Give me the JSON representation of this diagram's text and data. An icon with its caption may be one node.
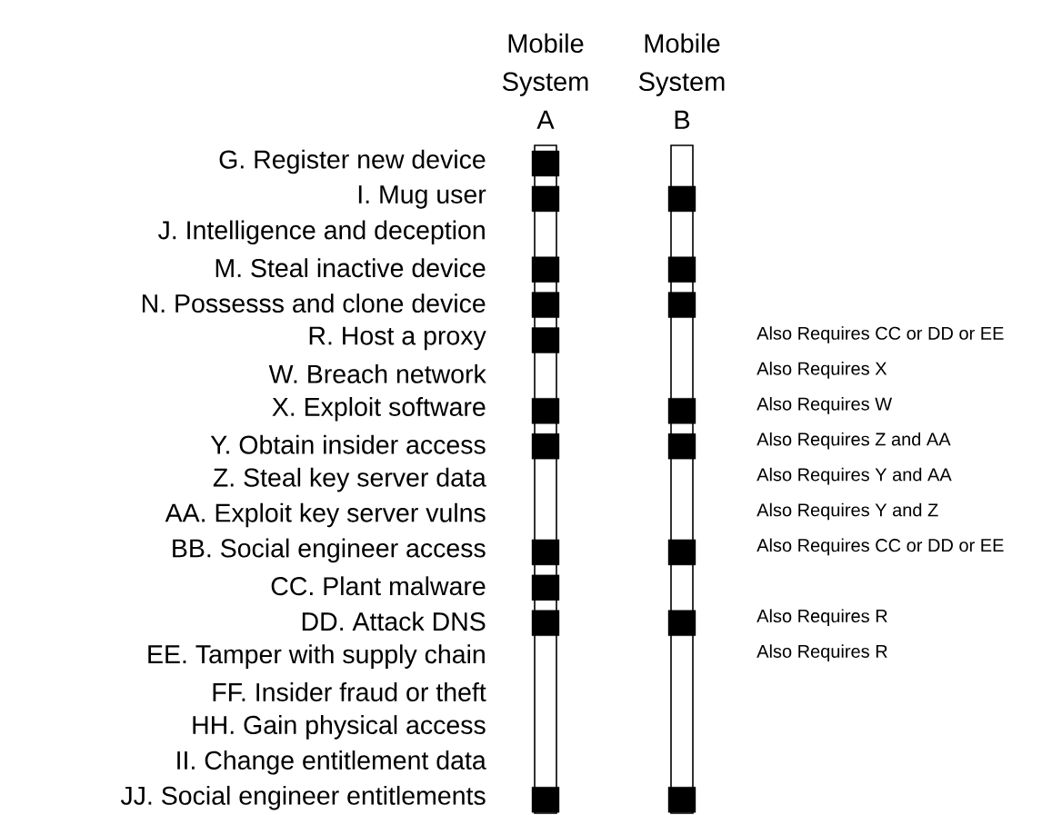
{
  "diagram": {
    "nodes": [
      {
        "text": [
          "Mobile System A"
        ]
      },
      {
        "text": [
          "Mobile System B"
        ]
      },
      {
        "text": [],
        "shape": "box",
        "in": 0
      },
      {
        "text": [],
        "shape": "box",
        "in": 0
      },
      {
        "text": [],
        "shape": "box",
        "in": 0
      },
      {
        "text": [],
        "shape": "box",
        "in": 0
      },
      {
        "text": [],
        "shape": "box",
        "in": 0
      },
      {
        "text": [],
        "shape": "box",
        "in": 0
      },
      {
        "text": [],
        "shape": "box",
        "in": 0
      },
      {
        "text": [],
        "shape": "box",
        "in": 0
      },
      {
        "text": [],
        "shape": "box",
        "in": 0
      },
      {
        "text": [],
        "shape": "box",
        "in": 0
      },
      {
        "text": [],
        "shape": "box",
        "in": 0
      },
      {
        "text": [],
        "shape": "box",
        "in": 1
      },
      {
        "text": [],
        "shape": "box",
        "in": 1
      },
      {
        "text": [],
        "shape": "box",
        "in": 1
      },
      {
        "text": [],
        "shape": "box",
        "in": 1
      },
      {
        "text": [],
        "shape": "box",
        "in": 1
      },
      {
        "text": [],
        "shape": "box",
        "in": 1
      },
      {
        "text": [],
        "shape": "box",
        "in": 1
      },
      {
        "text": [],
        "shape": "box",
        "in": 1
      }
    ],
    "labels": [
      "G. Register new device",
      "I. Mug user",
      "J. Intelligence and deception",
      "M. Steal inactive device",
      "N. Possesss and clone device",
      "R. Host a proxy",
      "W. Breach network",
      "X. Exploit software",
      "Y. Obtain insider access",
      "Z. Steal key server data",
      "AA. Exploit key server vulns",
      "BB. Social engineer access",
      "CC. Plant malware",
      "DD. Attack DNS",
      "EE. Tamper with supply chain",
      "FF. Insider fraud or theft",
      "HH. Gain physical access",
      "II. Change entitlement data",
      "JJ. Social engineer entitlements",
      "Also Requires CC or DD or EE",
      "Also Requires X",
      "Also Requires W",
      "Also Requires Z and AA",
      "Also Requires Y and AA",
      "Also Requires Y and Z",
      "Also Requires CC or DD or EE",
      "Also Requires R",
      "Also Requires R"
    ]
  }
}
